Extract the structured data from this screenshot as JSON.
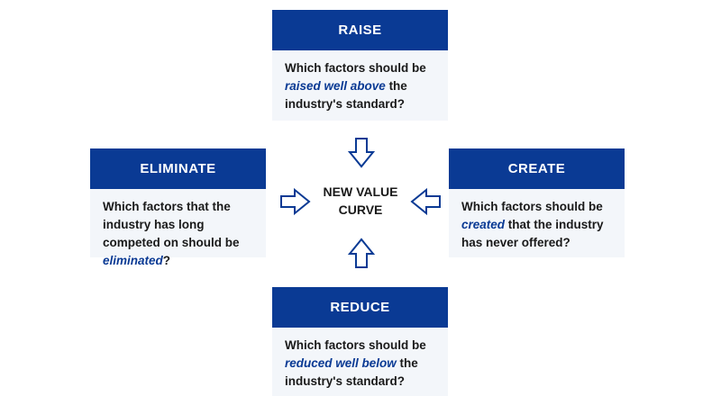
{
  "center": {
    "line1": "NEW VALUE",
    "line2": "CURVE"
  },
  "cards": {
    "raise": {
      "title": "RAISE",
      "pre": "Which factors should be ",
      "emphasis": "raised well above",
      "post": " the industry's standard?"
    },
    "eliminate": {
      "title": "ELIMINATE",
      "pre": "Which factors that the industry has long competed on should be ",
      "emphasis": "eliminated",
      "post": "?"
    },
    "create": {
      "title": "CREATE",
      "pre": "Which factors should be ",
      "emphasis": "created",
      "post": " that the industry has never offered?"
    },
    "reduce": {
      "title": "REDUCE",
      "pre": "Which factors should be ",
      "emphasis": "reduced well below",
      "post": " the industry's standard?"
    }
  },
  "colors": {
    "accent": "#0a3a94",
    "card_bg": "#f3f6fa"
  },
  "icons": [
    "arrow-down-icon",
    "arrow-right-icon",
    "arrow-left-icon",
    "arrow-up-icon"
  ]
}
